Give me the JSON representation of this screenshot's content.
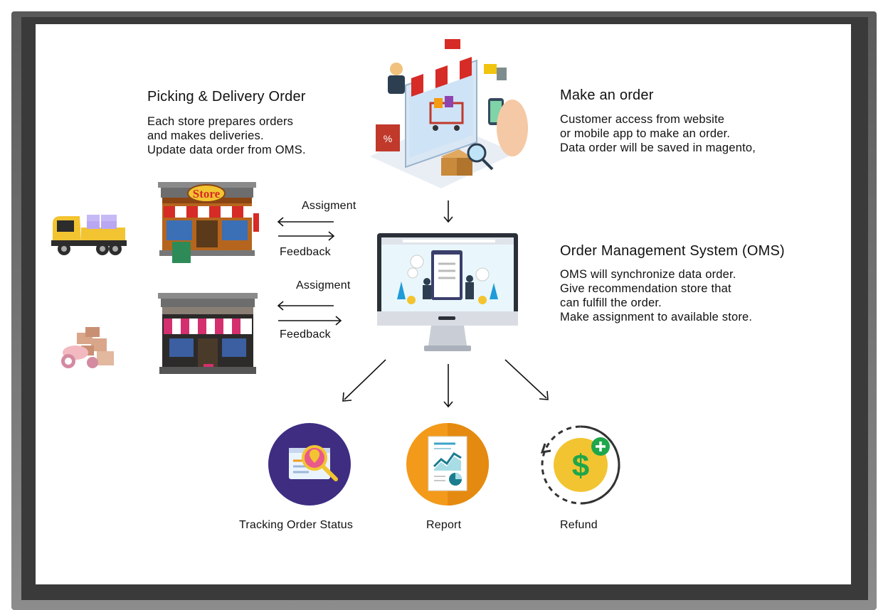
{
  "picking": {
    "title": "Picking & Delivery Order",
    "lines": [
      "Each store prepares orders",
      "and makes deliveries.",
      "Update data order from OMS."
    ]
  },
  "make_order": {
    "title": "Make an order",
    "lines": [
      "Customer access from website",
      "or mobile app to make an order.",
      "Data order will be saved in magento,"
    ]
  },
  "oms": {
    "title": "Order Management System (OMS)",
    "lines": [
      "OMS will synchronize data order.",
      "Give recommendation store that",
      "can fulfill the order.",
      "Make assignment to available store."
    ]
  },
  "store1": {
    "sign": "Store",
    "assign": "Assigment",
    "feedback": "Feedback"
  },
  "store2": {
    "assign": "Assigment",
    "feedback": "Feedback"
  },
  "outputs": {
    "tracking": "Tracking Order Status",
    "report": "Report",
    "refund": "Refund"
  },
  "icons": {
    "truck": "delivery-truck-icon",
    "scooter": "delivery-scooter-icon",
    "tracking": "tracking-magnifier-icon",
    "report": "report-document-icon",
    "refund": "refund-dollar-icon"
  },
  "colors": {
    "tracking_bg": "#3f2d82",
    "report_bg": "#f39a1b",
    "refund_coin": "#f3c431",
    "refund_plus": "#1fa64a",
    "awning_red": "#d62b26",
    "awning_pink": "#d4306f"
  }
}
